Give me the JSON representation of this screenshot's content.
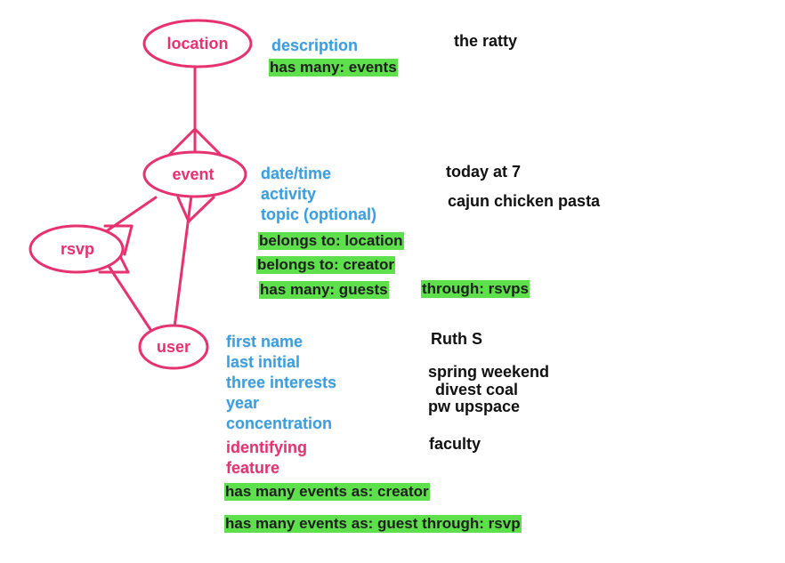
{
  "colors": {
    "entity_stroke": "#e6336f",
    "attribute_text": "#3a9fe0",
    "association_highlight": "#5ee04c",
    "identifying_text": "#e6336f",
    "sample_text": "#111111"
  },
  "entities": {
    "location": "location",
    "event": "event",
    "rsvp": "rsvp",
    "user": "user"
  },
  "location": {
    "attributes": [
      "description"
    ],
    "associations": [
      "has many: events"
    ],
    "samples": [
      "the ratty"
    ]
  },
  "event": {
    "attributes": [
      "date/time",
      "activity",
      "topic (optional)"
    ],
    "associations": [
      "belongs to: location",
      "belongs to: creator",
      "has many: guests",
      "through: rsvps"
    ],
    "samples": [
      "today at 7",
      "cajun chicken pasta"
    ]
  },
  "user": {
    "attributes": [
      "first name",
      "last initial",
      "three interests",
      "year",
      "concentration"
    ],
    "identifying": [
      "identifying",
      "feature"
    ],
    "associations": [
      "has many events as: creator",
      "has many events as: guest through: rsvp"
    ],
    "samples": [
      "Ruth S",
      "spring weekend",
      "divest coal",
      "pw upspace",
      "faculty"
    ]
  }
}
